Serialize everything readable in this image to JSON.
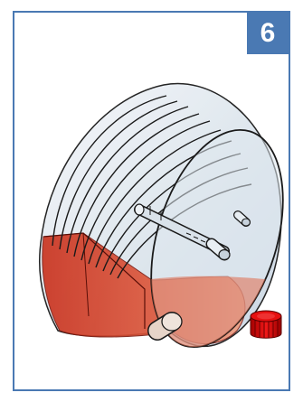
{
  "step": {
    "number": "6"
  },
  "colors": {
    "frame": "#4a79b3",
    "badge_background": "#4a79b3",
    "badge_text": "#ffffff",
    "tank_shell": "#e4ecf3",
    "tank_outline": "#1a1a1a",
    "liquid": "#d8452e",
    "cap": "#d40c0c"
  },
  "illustration": {
    "subject": "cylindrical-tank-lying-on-side",
    "liquid_fill_fraction": 0.3,
    "rib_count": 10,
    "accessories": [
      "tank-outlet-port",
      "fitting-tube",
      "drain-port",
      "threaded-cap"
    ]
  }
}
